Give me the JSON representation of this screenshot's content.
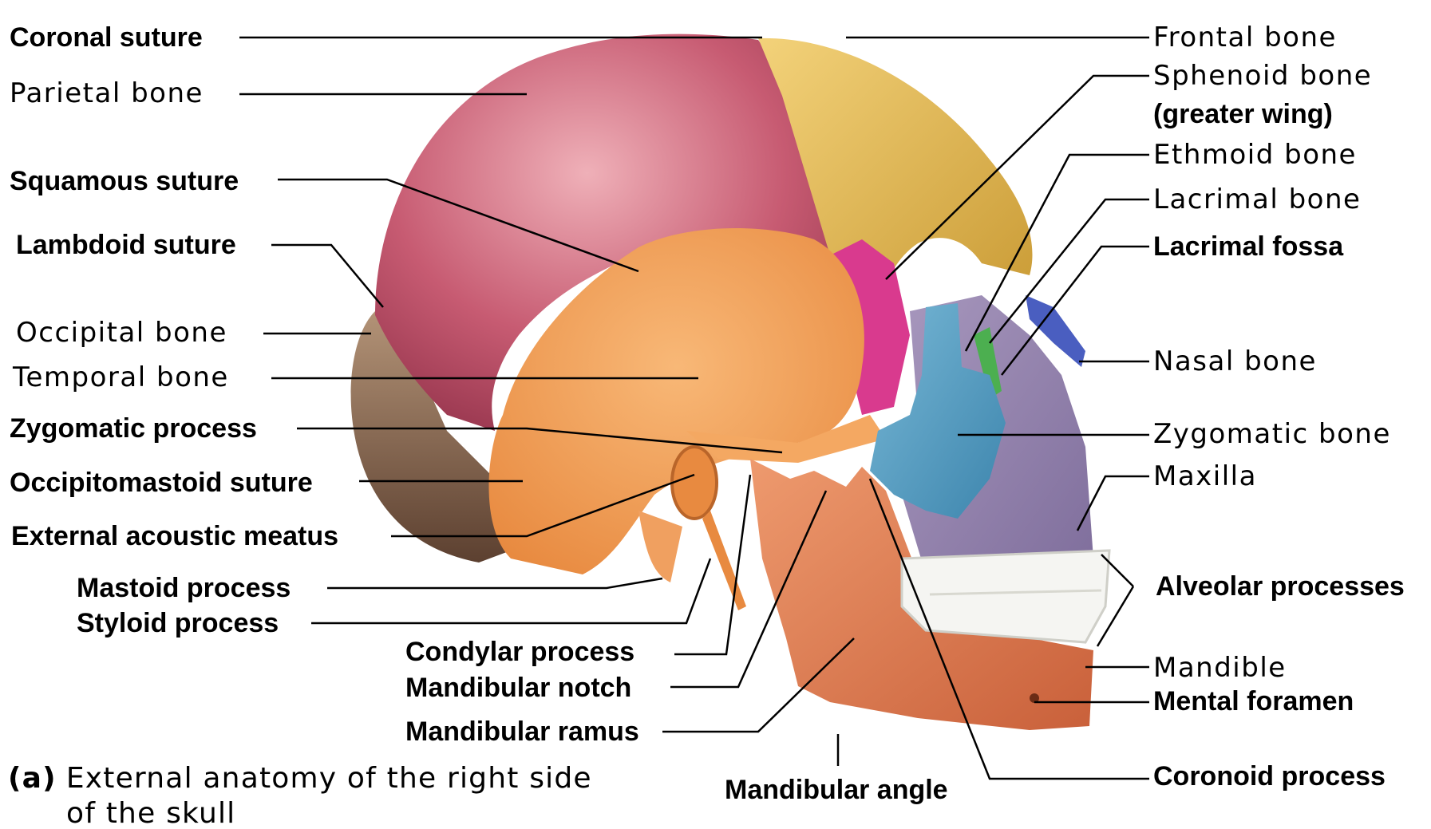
{
  "colors": {
    "parietal": "#c75b72",
    "frontal": "#e3b957",
    "temporal": "#f3a15a",
    "occipital": "#8a6a58",
    "sphenoid": "#d93a8e",
    "zygomatic": "#5aa0c4",
    "maxilla": "#9585ae",
    "mandible": "#e0784e",
    "nasal": "#4a5ec0",
    "lacrimal": "#4caf50",
    "teeth": "#f5f5f2",
    "leader": "#000000"
  },
  "labels": {
    "coronal_suture": "Coronal suture",
    "parietal_bone": "Parietal bone",
    "squamous_suture": "Squamous suture",
    "lambdoid_suture": "Lambdoid suture",
    "occipital_bone": "Occipital bone",
    "temporal_bone": "Temporal bone",
    "zygomatic_process": "Zygomatic process",
    "occipitomastoid_suture": "Occipitomastoid suture",
    "external_acoustic_meatus": "External acoustic meatus",
    "mastoid_process": "Mastoid process",
    "styloid_process": "Styloid process",
    "condylar_process": "Condylar process",
    "mandibular_notch": "Mandibular notch",
    "mandibular_ramus": "Mandibular ramus",
    "mandibular_angle": "Mandibular angle",
    "frontal_bone": "Frontal bone",
    "sphenoid_bone": "Sphenoid bone",
    "greater_wing": "(greater wing)",
    "ethmoid_bone": "Ethmoid bone",
    "lacrimal_bone": "Lacrimal bone",
    "lacrimal_fossa": "Lacrimal fossa",
    "nasal_bone": "Nasal bone",
    "zygomatic_bone": "Zygomatic bone",
    "maxilla": "Maxilla",
    "alveolar_processes": "Alveolar processes",
    "mandible": "Mandible",
    "mental_foramen": "Mental foramen",
    "coronoid_process": "Coronoid process"
  },
  "caption": {
    "tag": "(a)",
    "line1": "External anatomy of the right side",
    "line2": "of the skull"
  }
}
